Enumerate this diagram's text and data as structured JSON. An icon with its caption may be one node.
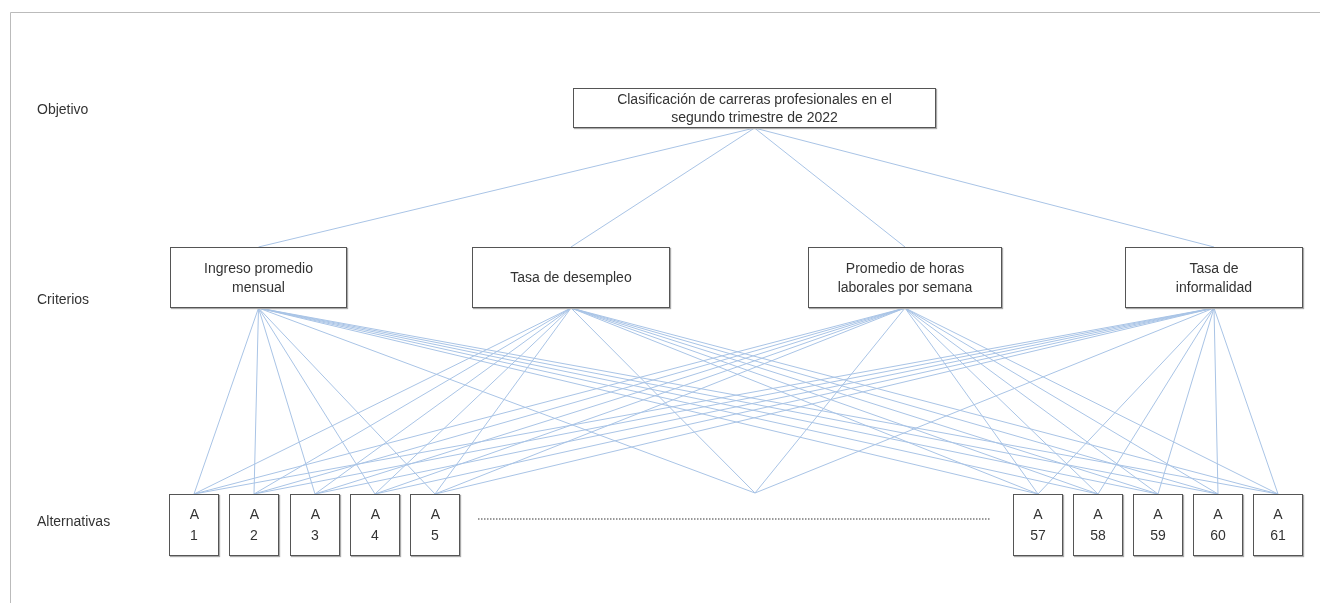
{
  "diagram": {
    "nodes": [
      {
        "text": [
          "Clasificación de carreras profesionales en el segundo trimestre de 2022"
        ]
      },
      {
        "text": [
          "Ingreso promedio mensual"
        ]
      },
      {
        "text": [
          "Tasa de desempleo"
        ]
      },
      {
        "text": [
          "Promedio de horas laborales por semana"
        ]
      },
      {
        "text": [
          "Tasa de informalidad"
        ]
      },
      {
        "text": [
          "A 1"
        ]
      },
      {
        "text": [
          "A 2"
        ]
      },
      {
        "text": [
          "A 3"
        ]
      },
      {
        "text": [
          "A 4"
        ]
      },
      {
        "text": [
          "A 5"
        ]
      },
      {
        "text": [
          "A 57"
        ]
      },
      {
        "text": [
          "A 58"
        ]
      },
      {
        "text": [
          "A 59"
        ]
      },
      {
        "text": [
          "A 60"
        ]
      },
      {
        "text": [
          "A 61"
        ]
      }
    ],
    "edges": [
      {
        "from": 0,
        "to": 1,
        "arrow": "none"
      },
      {
        "from": 0,
        "to": 2,
        "arrow": "none"
      },
      {
        "from": 0,
        "to": 3,
        "arrow": "none"
      },
      {
        "from": 0,
        "to": 4,
        "arrow": "none"
      },
      {
        "from": 1,
        "to": 5,
        "arrow": "none"
      },
      {
        "from": 1,
        "to": 6,
        "arrow": "none"
      },
      {
        "from": 1,
        "to": 7,
        "arrow": "none"
      },
      {
        "from": 1,
        "to": 8,
        "arrow": "none"
      },
      {
        "from": 1,
        "to": 9,
        "arrow": "none"
      },
      {
        "from": 1,
        "to": 10,
        "arrow": "none"
      },
      {
        "from": 1,
        "to": 11,
        "arrow": "none"
      },
      {
        "from": 1,
        "to": 12,
        "arrow": "none"
      },
      {
        "from": 1,
        "to": 13,
        "arrow": "none"
      },
      {
        "from": 1,
        "to": 14,
        "arrow": "none"
      },
      {
        "from": 2,
        "to": 5,
        "arrow": "none"
      },
      {
        "from": 2,
        "to": 6,
        "arrow": "none"
      },
      {
        "from": 2,
        "to": 7,
        "arrow": "none"
      },
      {
        "from": 2,
        "to": 8,
        "arrow": "none"
      },
      {
        "from": 2,
        "to": 9,
        "arrow": "none"
      },
      {
        "from": 2,
        "to": 10,
        "arrow": "none"
      },
      {
        "from": 2,
        "to": 11,
        "arrow": "none"
      },
      {
        "from": 2,
        "to": 12,
        "arrow": "none"
      },
      {
        "from": 2,
        "to": 13,
        "arrow": "none"
      },
      {
        "from": 2,
        "to": 14,
        "arrow": "none"
      },
      {
        "from": 3,
        "to": 5,
        "arrow": "none"
      },
      {
        "from": 3,
        "to": 6,
        "arrow": "none"
      },
      {
        "from": 3,
        "to": 7,
        "arrow": "none"
      },
      {
        "from": 3,
        "to": 8,
        "arrow": "none"
      },
      {
        "from": 3,
        "to": 9,
        "arrow": "none"
      },
      {
        "from": 3,
        "to": 10,
        "arrow": "none"
      },
      {
        "from": 3,
        "to": 11,
        "arrow": "none"
      },
      {
        "from": 3,
        "to": 12,
        "arrow": "none"
      },
      {
        "from": 3,
        "to": 13,
        "arrow": "none"
      },
      {
        "from": 3,
        "to": 14,
        "arrow": "none"
      },
      {
        "from": 4,
        "to": 5,
        "arrow": "none"
      },
      {
        "from": 4,
        "to": 6,
        "arrow": "none"
      },
      {
        "from": 4,
        "to": 7,
        "arrow": "none"
      },
      {
        "from": 4,
        "to": 8,
        "arrow": "none"
      },
      {
        "from": 4,
        "to": 9,
        "arrow": "none"
      },
      {
        "from": 4,
        "to": 10,
        "arrow": "none"
      },
      {
        "from": 4,
        "to": 11,
        "arrow": "none"
      },
      {
        "from": 4,
        "to": 12,
        "arrow": "none"
      },
      {
        "from": 4,
        "to": 13,
        "arrow": "none"
      },
      {
        "from": 4,
        "to": 14,
        "arrow": "none"
      },
      {
        "from": 1,
        "to": null,
        "arrow": "none"
      },
      {
        "from": 2,
        "to": null,
        "arrow": "none"
      },
      {
        "from": 3,
        "to": null,
        "arrow": "none"
      },
      {
        "from": 4,
        "to": null,
        "arrow": "none"
      }
    ],
    "labels": [
      "Objetivo",
      "Criterios",
      "Alternativas"
    ]
  }
}
